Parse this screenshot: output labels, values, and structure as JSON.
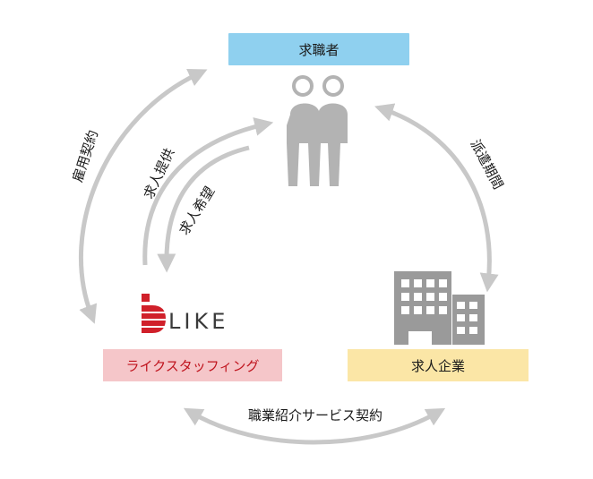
{
  "nodes": {
    "seeker": "求職者",
    "staffing": "ライクスタッフィング",
    "company": "求人企業"
  },
  "logo": {
    "word": "LIKE"
  },
  "relations": {
    "employment_contract": "雇用契約",
    "job_offer": "求人提供",
    "job_request": "求人希望",
    "dispatch_period": "派遣期間",
    "placement_contract": "職業紹介サービス契約"
  },
  "colors": {
    "seeker_box": "#8fd0ef",
    "staffing_box": "#f5c6c9",
    "staffing_text": "#c0151f",
    "company_box": "#fbe6a6",
    "arrow": "#c8c8c8",
    "people": "#b3b3b3",
    "building": "#9a9a9a",
    "logo_red": "#d0202a"
  },
  "icons": [
    "people-icon",
    "building-icon",
    "like-logo-icon"
  ]
}
